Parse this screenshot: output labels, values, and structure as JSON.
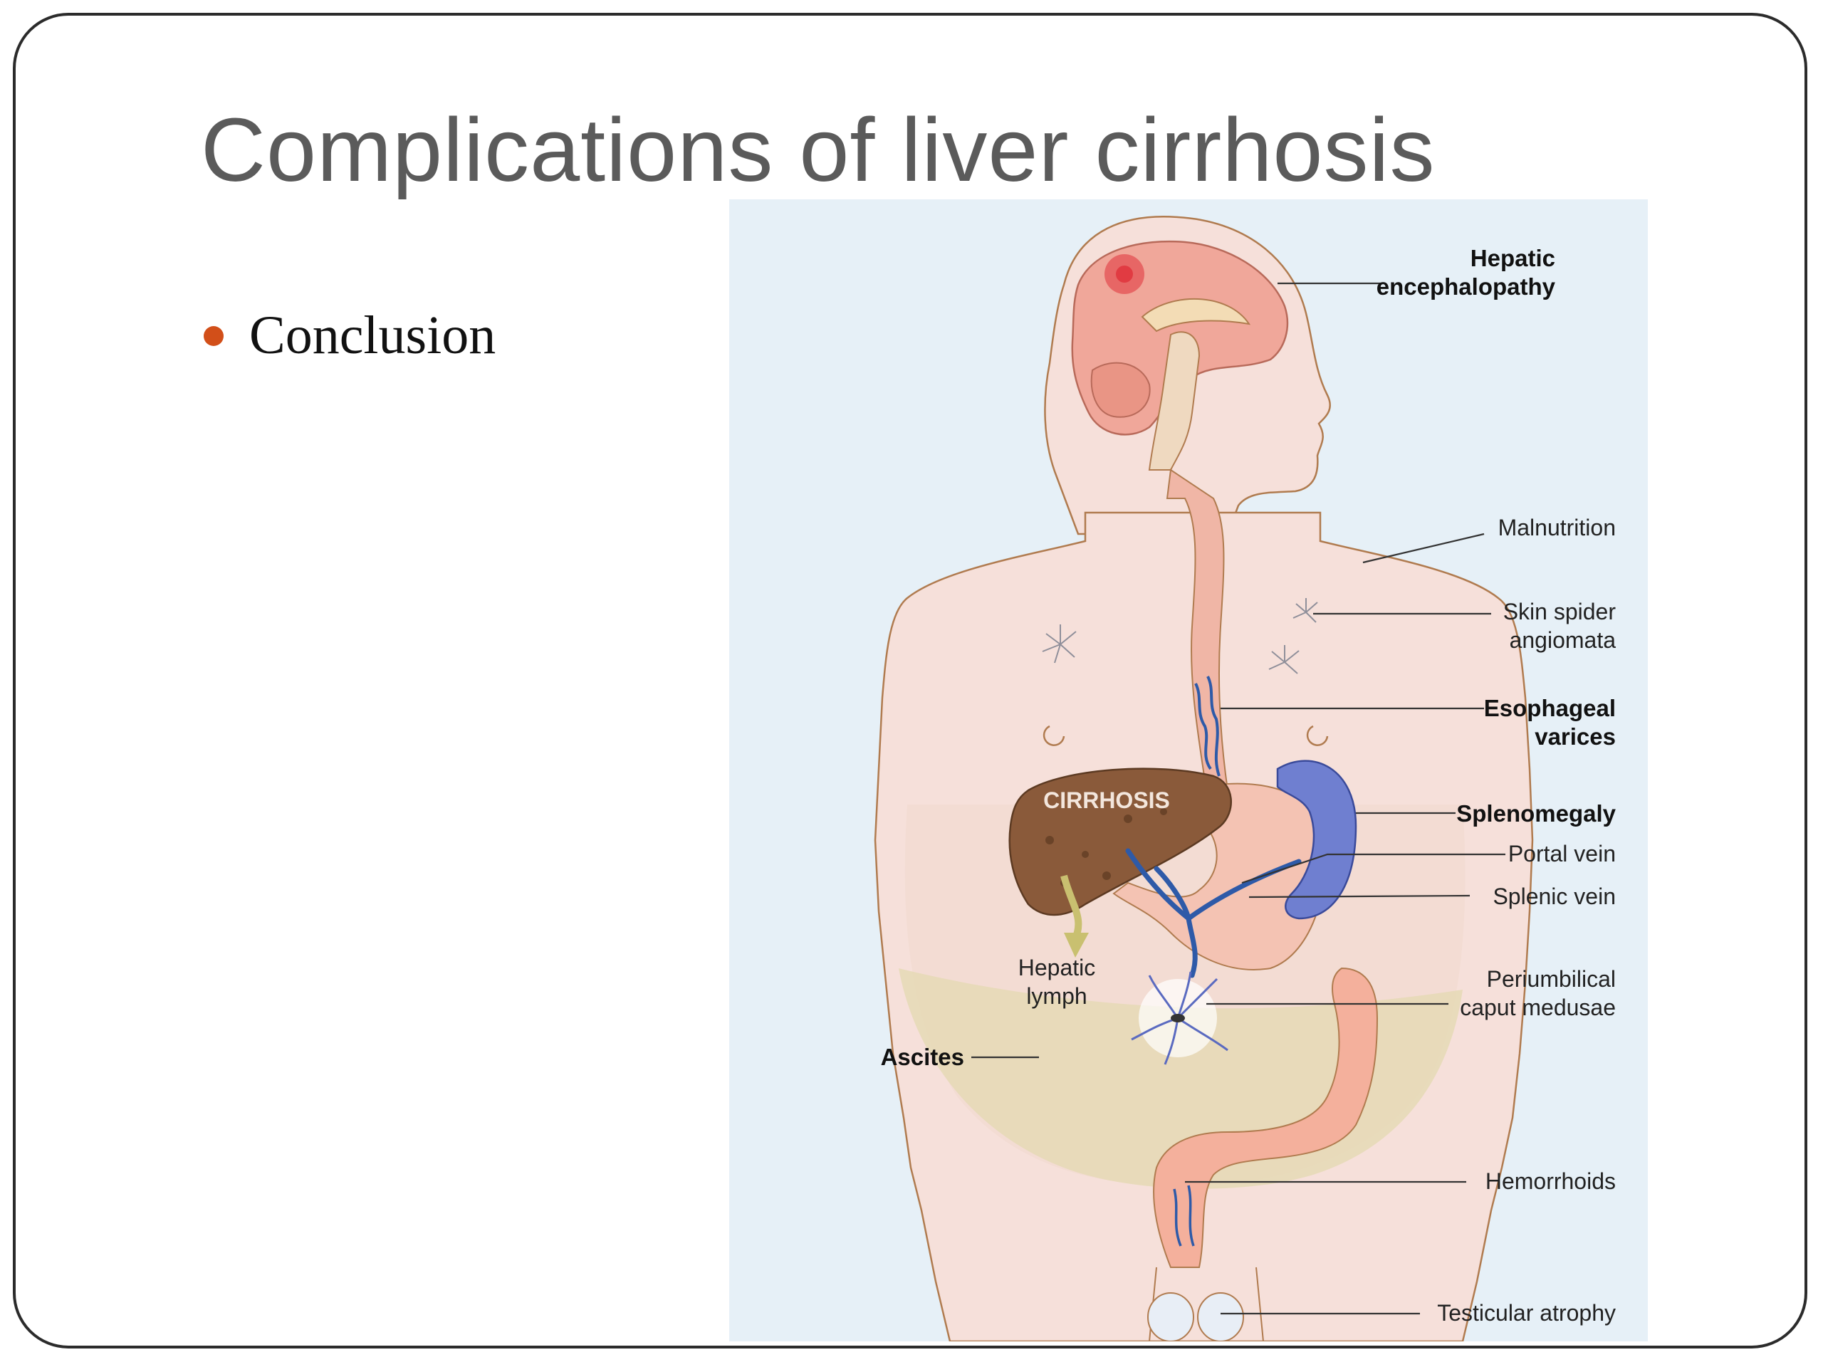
{
  "slide": {
    "title": "Complications of liver cirrhosis",
    "bullets": [
      {
        "text": "Conclusion"
      }
    ]
  },
  "diagram": {
    "organ_label": "CIRRHOSIS",
    "labels": {
      "hepatic_encephalopathy": [
        "Hepatic",
        "encephalopathy"
      ],
      "malnutrition": [
        "Malnutrition"
      ],
      "skin_spider_angiomata": [
        "Skin spider",
        "angiomata"
      ],
      "esophageal_varices": [
        "Esophageal",
        "varices"
      ],
      "splenomegaly": [
        "Splenomegaly"
      ],
      "portal_vein": [
        "Portal vein"
      ],
      "splenic_vein": [
        "Splenic vein"
      ],
      "periumbilical_caput_medusae": [
        "Periumbilical",
        "caput medusae"
      ],
      "hepatic_lymph": [
        "Hepatic",
        "lymph"
      ],
      "ascites": [
        "Ascites"
      ],
      "hemorrhoids": [
        "Hemorrhoids"
      ],
      "testicular_atrophy": [
        "Testicular atrophy"
      ]
    }
  },
  "colors": {
    "bullet": "#d24f19",
    "title": "#5b5b5b",
    "diagram_background": "#e6f0f7",
    "skin": "#f6e0da",
    "liver": "#8a5a3a",
    "spleen": "#6f7fd0",
    "vein": "#2e5aa8",
    "ascites": "#e5d9b5"
  }
}
